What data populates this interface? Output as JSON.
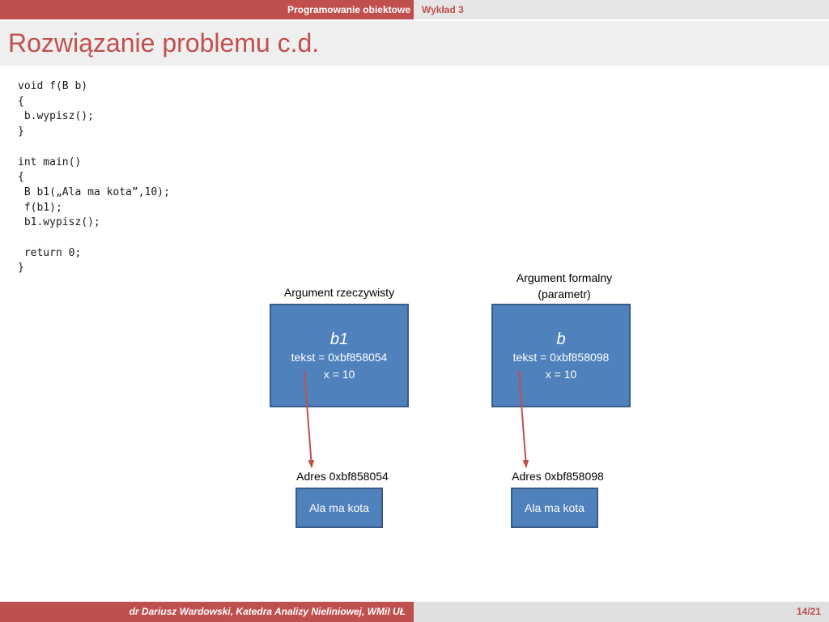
{
  "header": {
    "course": "Programowanie obiektowe",
    "lecture": "Wykład 3"
  },
  "title": "Rozwiązanie problemu c.d.",
  "code": "void f(B b)\n{\n b.wypisz();\n}\n\nint main()\n{\n B b1(„Ala ma kota”,10);\n f(b1);\n b1.wypisz();\n\n return 0;\n}",
  "diagram": {
    "actual": {
      "caption": "Argument rzeczywisty",
      "name": "b1",
      "tekst": "tekst = 0xbf858054",
      "x": "x = 10",
      "address_label": "Adres 0xbf858054",
      "string_value": "Ala ma kota"
    },
    "formal": {
      "caption_line1": "Argument formalny",
      "caption_line2": "(parametr)",
      "name": "b",
      "tekst": "tekst = 0xbf858098",
      "x": "x = 10",
      "address_label": "Adres 0xbf858098",
      "string_value": "Ala ma kota"
    },
    "colors": {
      "box_fill": "#4f81bd",
      "box_border": "#385d8a",
      "arrow": "#c0504d"
    }
  },
  "footer": {
    "author": "dr Dariusz Wardowski, Katedra Analizy Nieliniowej, WMiI UŁ",
    "page": "14/21"
  }
}
